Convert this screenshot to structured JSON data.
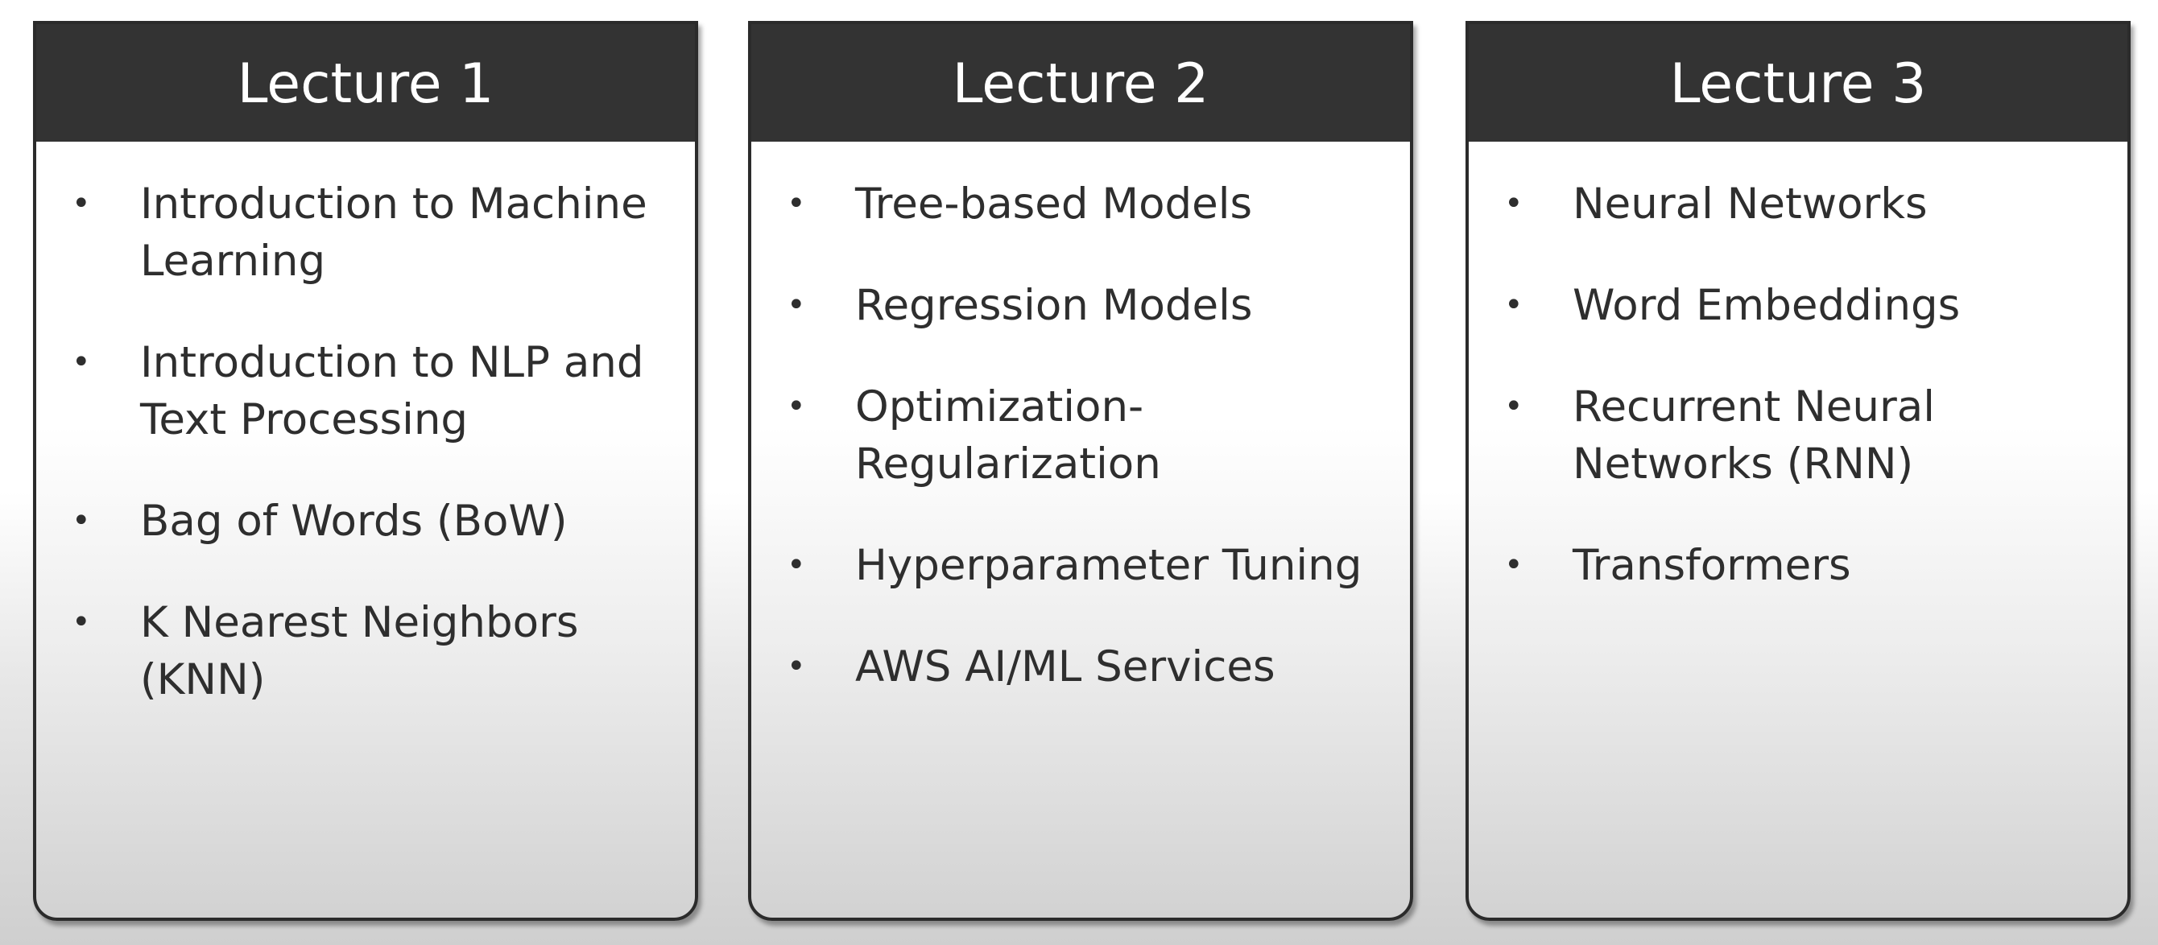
{
  "lectures": [
    {
      "title": "Lecture 1",
      "topics": [
        "Introduction to Machine Learning",
        "Introduction to NLP and Text Processing",
        "Bag of Words (BoW)",
        "K Nearest Neighbors (KNN)"
      ]
    },
    {
      "title": "Lecture 2",
      "topics": [
        "Tree-based Models",
        "Regression Models",
        "Optimization-Regularization",
        "Hyperparameter Tuning",
        "AWS AI/ML Services"
      ]
    },
    {
      "title": "Lecture 3",
      "topics": [
        "Neural Networks",
        "Word Embeddings",
        "Recurrent Neural Networks (RNN)",
        "Transformers"
      ]
    }
  ],
  "icons": {
    "bullet": "bullet-dot-icon",
    "bullet_glyph": "•"
  },
  "colors": {
    "header_bg": "#333333",
    "header_text": "#ffffff",
    "border": "#2b2b2b",
    "body_text": "#2e2e2e"
  }
}
